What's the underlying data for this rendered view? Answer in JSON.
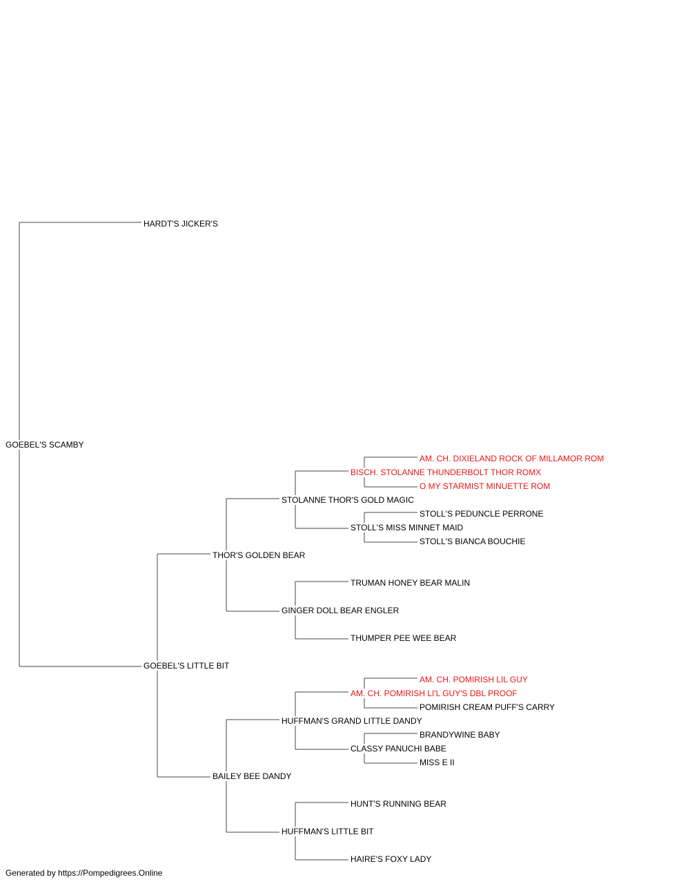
{
  "colors": {
    "titled": "#e81414",
    "normal": "#000000",
    "connector": "#444444"
  },
  "pedigree": {
    "subject": {
      "name": "GOEBEL'S SCAMBY",
      "titled": false
    },
    "sire": {
      "name": "HARDT'S JICKER'S",
      "titled": false
    },
    "dam": {
      "name": "GOEBEL'S LITTLE BIT",
      "titled": false
    },
    "dam_sire": {
      "name": "THOR'S GOLDEN BEAR",
      "titled": false
    },
    "dam_dam": {
      "name": "BAILEY BEE DANDY",
      "titled": false
    },
    "dam_sire_sire": {
      "name": "STOLANNE THOR'S GOLD MAGIC",
      "titled": false
    },
    "dam_sire_dam": {
      "name": "GINGER DOLL BEAR ENGLER",
      "titled": false
    },
    "dam_dam_sire": {
      "name": "HUFFMAN'S GRAND LITTLE DANDY",
      "titled": false
    },
    "dam_dam_dam": {
      "name": "HUFFMAN'S LITTLE BIT",
      "titled": false
    },
    "dam_sire_sire_sire": {
      "name": "BISCH. STOLANNE THUNDERBOLT THOR ROMX",
      "titled": true
    },
    "dam_sire_sire_dam": {
      "name": "STOLL'S MISS MINNET MAID",
      "titled": false
    },
    "dam_sire_dam_sire": {
      "name": "TRUMAN HONEY BEAR MALIN",
      "titled": false
    },
    "dam_sire_dam_dam": {
      "name": "THUMPER PEE WEE BEAR",
      "titled": false
    },
    "dam_dam_sire_sire": {
      "name": "AM. CH. POMIRISH LI'L GUY'S DBL PROOF",
      "titled": true
    },
    "dam_dam_sire_dam": {
      "name": "CLASSY PANUCHI BABE",
      "titled": false
    },
    "dam_dam_dam_sire": {
      "name": "HUNT'S RUNNING BEAR",
      "titled": false
    },
    "dam_dam_dam_dam": {
      "name": "HAIRE'S FOXY LADY",
      "titled": false
    },
    "dam_sire_sire_sire_sire": {
      "name": "AM. CH. DIXIELAND ROCK OF MILLAMOR ROM",
      "titled": true
    },
    "dam_sire_sire_sire_dam": {
      "name": "O MY STARMIST MINUETTE ROM",
      "titled": true
    },
    "dam_sire_sire_dam_sire": {
      "name": "STOLL'S PEDUNCLE PERRONE",
      "titled": false
    },
    "dam_sire_sire_dam_dam": {
      "name": "STOLL'S BIANCA BOUCHIE",
      "titled": false
    },
    "dam_dam_sire_sire_sire": {
      "name": "AM. CH. POMIRISH LIL GUY",
      "titled": true
    },
    "dam_dam_sire_sire_dam": {
      "name": "POMIRISH CREAM PUFF'S CARRY",
      "titled": false
    },
    "dam_dam_sire_dam_sire": {
      "name": "BRANDYWINE BABY",
      "titled": false
    },
    "dam_dam_sire_dam_dam": {
      "name": "MISS E II",
      "titled": false
    }
  },
  "footer": "Generated by https://Pompedigrees.Online"
}
